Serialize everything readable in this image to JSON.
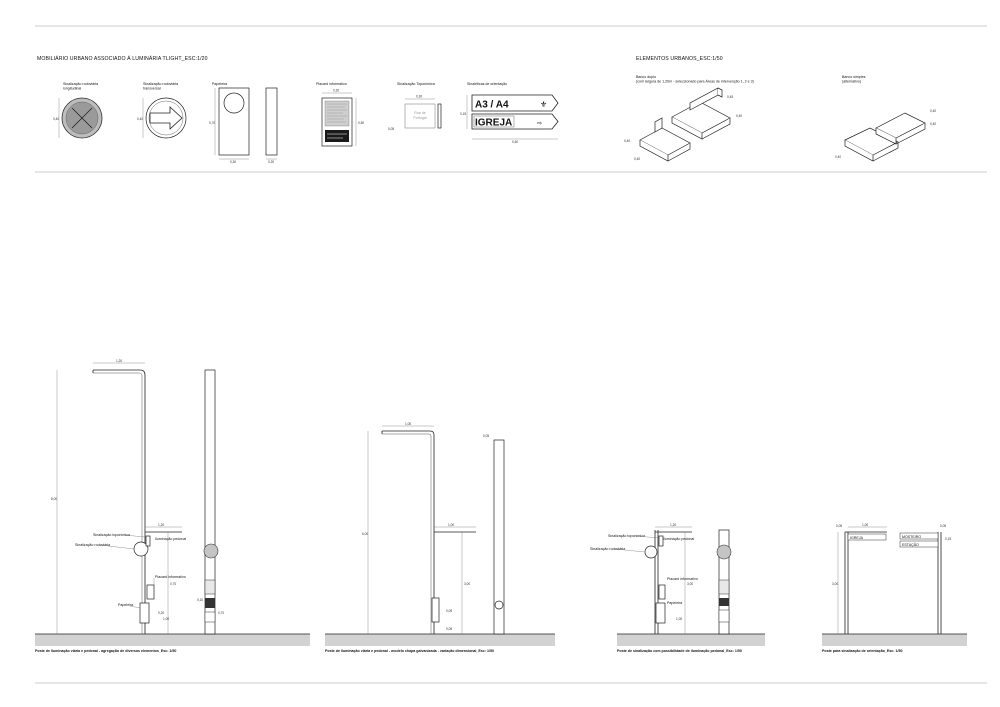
{
  "top_section": {
    "title": "MOBILIÁRIO URBANO ASSOCIADO Á LUMINÁRIA TLIGHT_ESC:1/20",
    "items": [
      {
        "label_lines": [
          "Sinalização rodoviária",
          "longitudinal"
        ],
        "dims": [
          "0,40"
        ]
      },
      {
        "label_lines": [
          "Sinalização rodoviária",
          "transversal"
        ],
        "dims": [
          "0,40"
        ]
      },
      {
        "label": "Papeleira",
        "dims": [
          "0,70",
          "0,30",
          "0,20"
        ]
      },
      {
        "label": "Placard informativo",
        "dims": [
          "0,30",
          "0,50"
        ]
      },
      {
        "label": "Sinalização Toponímica",
        "dims": [
          "0,30",
          "0,05"
        ],
        "sign_text": [
          "Rua de",
          "Portugal"
        ]
      },
      {
        "label": "Sinaléticas de orientação",
        "dims": [
          "0,15",
          "0,60"
        ],
        "signs": [
          "A3 / A4",
          "IGREJA"
        ]
      }
    ]
  },
  "urban_section": {
    "title": "ELEMENTOS URBANOS_ESC:1/50",
    "items": [
      {
        "label_lines": [
          "Banco duplo",
          "(com largura de 1,20m - seleccionado para Áreas de Intervenção 1, 2 e 3)"
        ],
        "dims": [
          "0,40",
          "0,40",
          "0,40",
          "0,45"
        ]
      },
      {
        "label_lines": [
          "Banco simples",
          "(alternativo)"
        ],
        "dims": [
          "0,40",
          "0,40",
          "0,40"
        ]
      }
    ]
  },
  "elevations": [
    {
      "caption": "Poste de Iluminação viária e pedonal - agregação de diversos elementos_Esc: 1/50",
      "dims": [
        "1,20",
        "8,00",
        "1,20",
        "0,70",
        "0,20",
        "1,00",
        "0,10",
        "0,70"
      ],
      "labels": [
        "Sinalização toponímica",
        "Sinalização rodoviária",
        "Iluminação pedonal",
        "Placard informativo",
        "Papeleira"
      ]
    },
    {
      "caption": "Poste de iluminação viária e pedonal - modelo chapa galvanizada - variação dimensional_Esc: 1/50",
      "dims": [
        "1,00",
        "6,00",
        "1,00",
        "3,00",
        "0,05",
        "0,05",
        "0,05"
      ]
    },
    {
      "caption": "Poste de sinalização com possibilidade de iluminação pedonal_Esc: 1/50",
      "dims": [
        "1,20",
        "3,00",
        "1,00"
      ],
      "labels": [
        "Sinalização toponímica",
        "Iluminação pedonal",
        "Sinalização rodoviária",
        "Placard informativo",
        "Papeleira"
      ]
    },
    {
      "caption": "Poste para sinalização de orientação_Esc: 1/50",
      "dims": [
        "0,05",
        "1,00",
        "0,05",
        "3,00",
        "0,15"
      ],
      "signs": [
        "IGREJA",
        "MOSTEIRO",
        "ESTAÇÃO"
      ]
    }
  ]
}
